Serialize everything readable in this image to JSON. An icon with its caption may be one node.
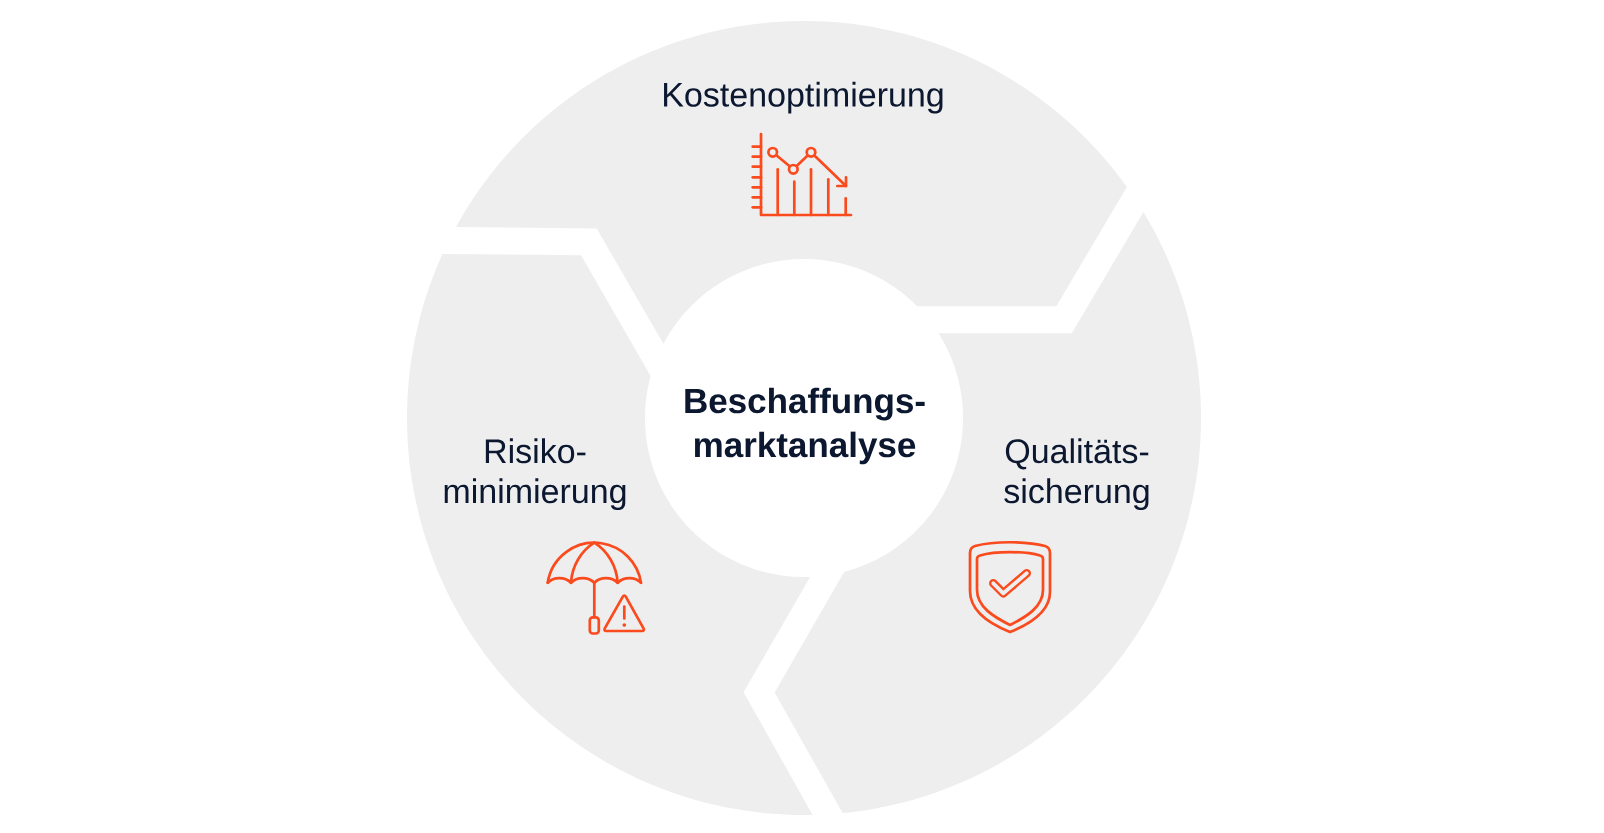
{
  "diagram": {
    "nodes": [
      {
        "text": [
          "Kostenoptimierung"
        ]
      },
      {
        "text": [
          "Beschaffungs- marktanalyse"
        ]
      },
      {
        "text": [
          "Risiko- minimierung"
        ]
      },
      {
        "text": [
          "Qualitäts- sicherung"
        ]
      }
    ]
  }
}
